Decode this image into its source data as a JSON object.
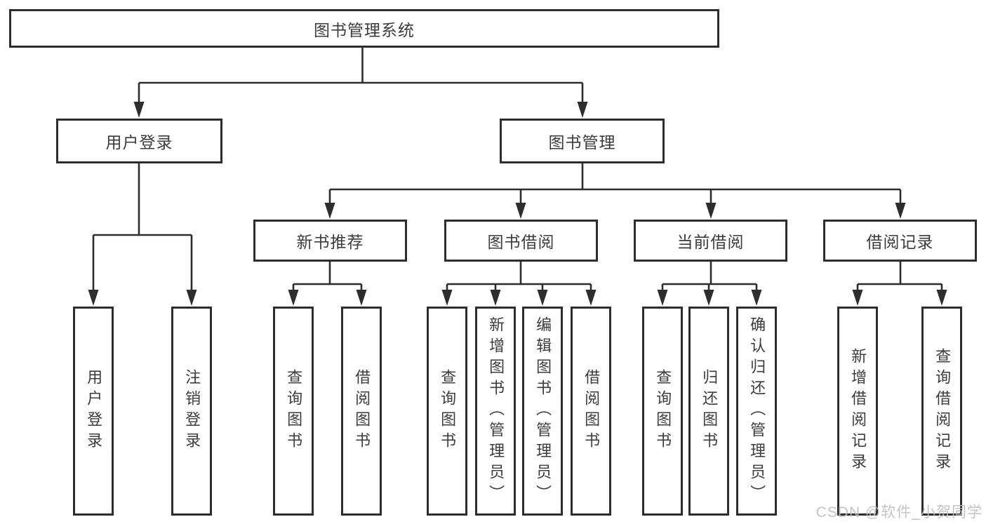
{
  "palette": {
    "background": "#ffffff",
    "line": "#2d2d2d",
    "box_border": "#2d2d2d",
    "box_fill": "#ffffff",
    "text": "#3c3c3c",
    "watermark_text_color": "#bfbebe"
  },
  "tree": {
    "root": {
      "label": "图书管理系统",
      "children": [
        {
          "label": "用户登录",
          "children": [
            {
              "label": "用户登录"
            },
            {
              "label": "注销登录"
            }
          ]
        },
        {
          "label": "图书管理",
          "children": [
            {
              "label": "新书推荐",
              "children": [
                {
                  "label": "查询图书"
                },
                {
                  "label": "借阅图书"
                }
              ]
            },
            {
              "label": "图书借阅",
              "children": [
                {
                  "label": "查询图书"
                },
                {
                  "label": "新增图书（管理员）"
                },
                {
                  "label": "编辑图书（管理员）"
                },
                {
                  "label": "借阅图书"
                }
              ]
            },
            {
              "label": "当前借阅",
              "children": [
                {
                  "label": "查询图书"
                },
                {
                  "label": "归还图书"
                },
                {
                  "label": "确认归还（管理员）"
                }
              ]
            },
            {
              "label": "借阅记录",
              "children": [
                {
                  "label": "新增借阅记录"
                },
                {
                  "label": "查询借阅记录"
                }
              ]
            }
          ]
        }
      ]
    }
  },
  "watermark": {
    "text": "CSDN @软件_小贺同学"
  }
}
